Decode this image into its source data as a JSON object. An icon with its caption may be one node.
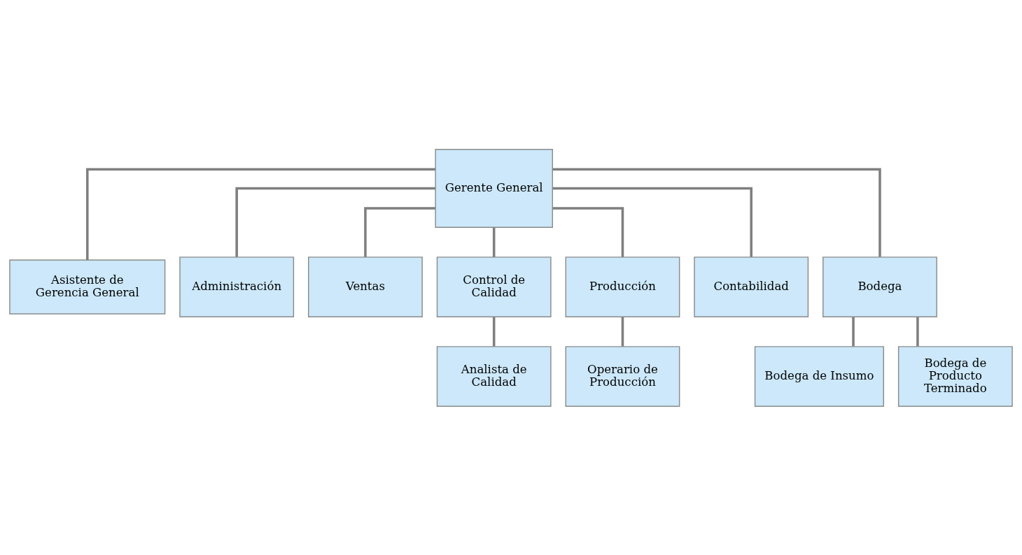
{
  "diagram": {
    "nodes": [
      {
        "text": [
          "Gerente General"
        ]
      },
      {
        "text": [
          "Asistente de Gerencia General"
        ]
      },
      {
        "text": [
          "Administración"
        ]
      },
      {
        "text": [
          "Ventas"
        ]
      },
      {
        "text": [
          "Control de Calidad"
        ]
      },
      {
        "text": [
          "Producción"
        ]
      },
      {
        "text": [
          "Contabilidad"
        ]
      },
      {
        "text": [
          "Bodega"
        ]
      },
      {
        "text": [
          "Analista de Calidad"
        ]
      },
      {
        "text": [
          "Operario de Producción"
        ]
      },
      {
        "text": [
          "Bodega de Insumo"
        ]
      },
      {
        "text": [
          "Bodega de Producto Terminado"
        ]
      }
    ],
    "edges": [
      {
        "from": 0,
        "to": 1,
        "arrow": "none"
      },
      {
        "from": 0,
        "to": 2,
        "arrow": "none"
      },
      {
        "from": 0,
        "to": 3,
        "arrow": "none"
      },
      {
        "from": 0,
        "to": 4,
        "arrow": "none"
      },
      {
        "from": 0,
        "to": 5,
        "arrow": "none"
      },
      {
        "from": 0,
        "to": 6,
        "arrow": "none"
      },
      {
        "from": 0,
        "to": 7,
        "arrow": "none"
      },
      {
        "from": 4,
        "to": 8,
        "arrow": "none"
      },
      {
        "from": 5,
        "to": 9,
        "arrow": "none"
      },
      {
        "from": 7,
        "to": 10,
        "arrow": "none"
      },
      {
        "from": 7,
        "to": 11,
        "arrow": "none"
      }
    ]
  }
}
